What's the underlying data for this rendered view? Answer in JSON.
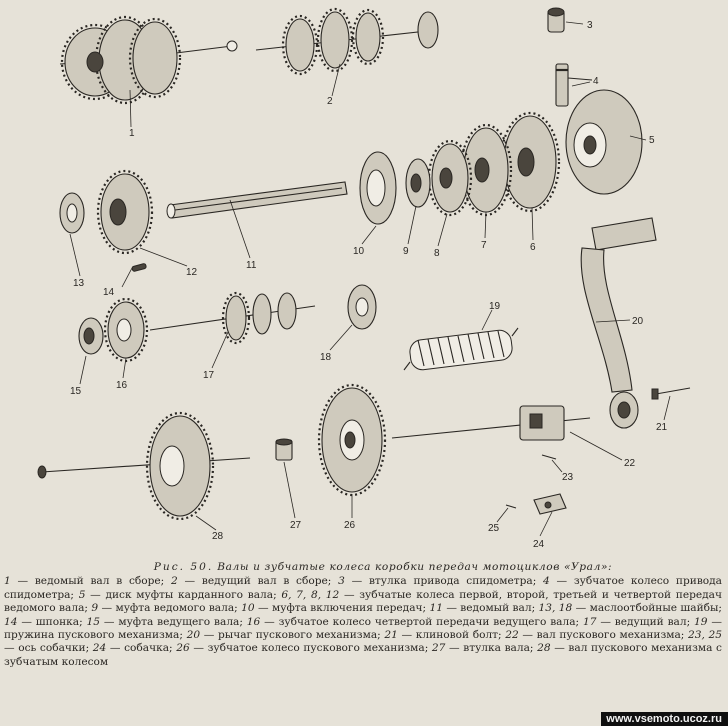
{
  "callouts": [
    "1",
    "2",
    "3",
    "4",
    "5",
    "6",
    "7",
    "8",
    "9",
    "10",
    "11",
    "12",
    "13",
    "14",
    "15",
    "16",
    "17",
    "18",
    "19",
    "20",
    "21",
    "22",
    "23",
    "24",
    "25",
    "26",
    "27",
    "28"
  ],
  "caption": {
    "label": "Рис. 50.",
    "title": "Валы и зубчатые колеса коробки передач мотоциклов «Урал»:",
    "items": [
      {
        "n": "1",
        "text": "ведомый вал в сборе"
      },
      {
        "n": "2",
        "text": "ведущий вал в сборе"
      },
      {
        "n": "3",
        "text": "втулка привода спидометра"
      },
      {
        "n": "4",
        "text": "зубчатое колесо привода спидометра"
      },
      {
        "n": "5",
        "text": "диск муфты карданного вала"
      },
      {
        "n": "6, 7, 8, 12",
        "text": "зубчатые колеса первой, второй, третьей и четвертой передач ведомого вала"
      },
      {
        "n": "9",
        "text": "муфта ведомого вала"
      },
      {
        "n": "10",
        "text": "муфта включения передач"
      },
      {
        "n": "11",
        "text": "ведомый вал"
      },
      {
        "n": "13, 18",
        "text": "маслоотбойные шайбы"
      },
      {
        "n": "14",
        "text": "шпонка"
      },
      {
        "n": "15",
        "text": "муфта ведущего вала"
      },
      {
        "n": "16",
        "text": "зубчатое колесо четвертой передачи ведущего вала"
      },
      {
        "n": "17",
        "text": "ведущий вал"
      },
      {
        "n": "19",
        "text": "пружина пускового механизма"
      },
      {
        "n": "20",
        "text": "рычаг пускового механизма"
      },
      {
        "n": "21",
        "text": "клиновой болт"
      },
      {
        "n": "22",
        "text": "вал пускового механизма"
      },
      {
        "n": "23, 25",
        "text": "ось собачки"
      },
      {
        "n": "24",
        "text": "собачка"
      },
      {
        "n": "26",
        "text": "зубчатое колесо пускового механизма"
      },
      {
        "n": "27",
        "text": "втулка вала"
      },
      {
        "n": "28",
        "text": "вал пускового механизма с зубчатым колесом"
      }
    ],
    "dash": " — ",
    "sep": "; "
  },
  "watermark": "www.vsemoto.ucoz.ru"
}
